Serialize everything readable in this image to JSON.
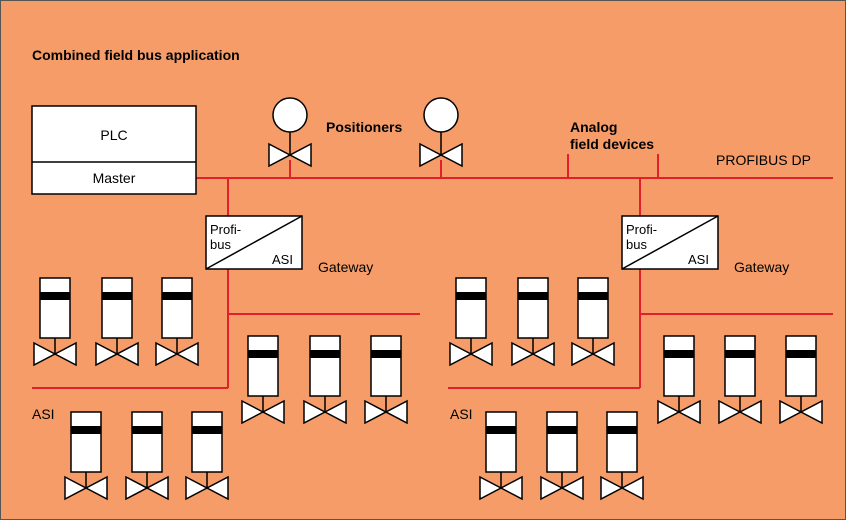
{
  "title": "Combined field bus application",
  "plc": {
    "label": "PLC",
    "master_label": "Master"
  },
  "positioners_label": "Positioners",
  "analog_label_line1": "Analog",
  "analog_label_line2": "field devices",
  "bus_label": "PROFIBUS DP",
  "gateway": {
    "top_label_line1": "Profi-",
    "top_label_line2": "bus",
    "bottom_label": "ASI",
    "name": "Gateway"
  },
  "asi_label": "ASI",
  "colors": {
    "background": "#F59C69",
    "bus_line": "#E0202A",
    "outline": "#000000",
    "device_fill": "#FFFFFF"
  }
}
